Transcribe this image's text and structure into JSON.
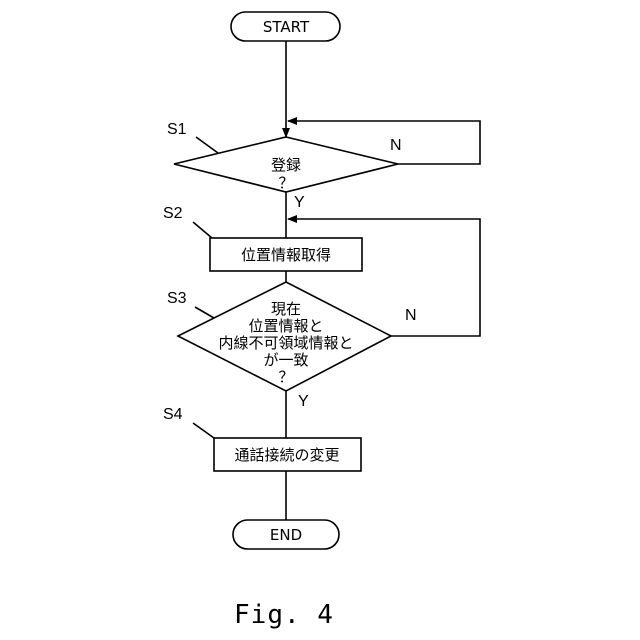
{
  "start_label": "START",
  "end_label": "END",
  "steps": {
    "s1": {
      "id": "S1",
      "lines": [
        "登録",
        "？"
      ],
      "no": "N",
      "yes": "Y"
    },
    "s2": {
      "id": "S2",
      "text": "位置情報取得"
    },
    "s3": {
      "id": "S3",
      "lines": [
        "現在",
        "位置情報と",
        "内線不可領域情報と",
        "が一致",
        "？"
      ],
      "no": "N",
      "yes": "Y"
    },
    "s4": {
      "id": "S4",
      "text": "通話接続の変更"
    }
  },
  "figure_caption": "Fig. 4"
}
